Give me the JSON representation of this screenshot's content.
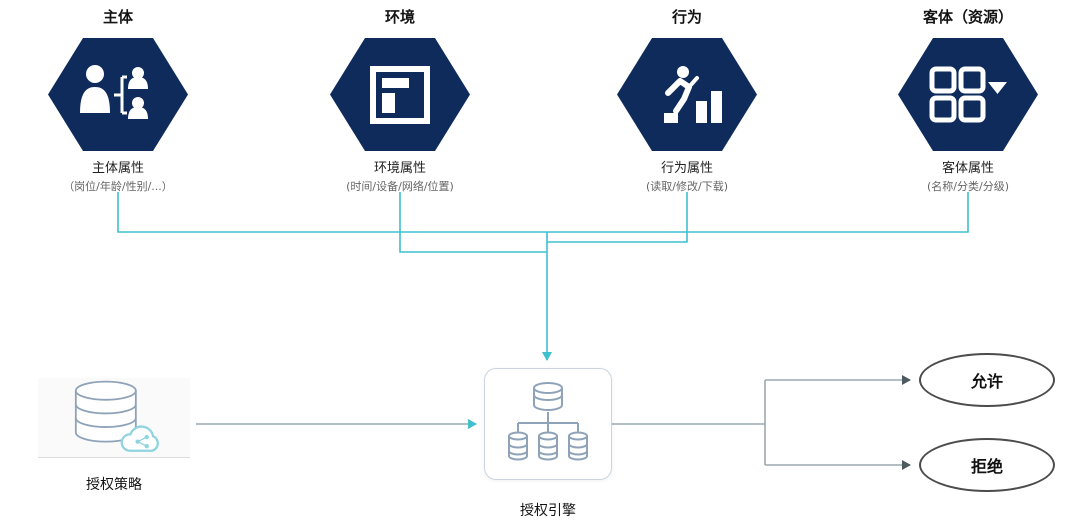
{
  "diagram": {
    "attributes": [
      {
        "title": "主体",
        "icon": "person-hierarchy-icon",
        "attr_title": "主体属性",
        "attr_detail": "（岗位/年龄/性别/...）"
      },
      {
        "title": "环境",
        "icon": "window-layout-icon",
        "attr_title": "环境属性",
        "attr_detail": "(时间/设备/网络/位置)"
      },
      {
        "title": "行为",
        "icon": "runner-bars-icon",
        "attr_title": "行为属性",
        "attr_detail": "(读取/修改/下载)"
      },
      {
        "title": "客体（资源）",
        "icon": "grid-dropdown-icon",
        "attr_title": "客体属性",
        "attr_detail": "(名称/分类/分级)"
      }
    ],
    "policy": {
      "label": "授权策略",
      "icon": "database-cloud-icon"
    },
    "engine": {
      "label": "授权引擎",
      "icon": "database-tree-icon"
    },
    "decisions": [
      {
        "label": "允许"
      },
      {
        "label": "拒绝"
      }
    ],
    "colors": {
      "hexagon": "#0e2b5c",
      "bus": "#3fc0cd",
      "line_gray": "#9aa8ad",
      "arrow_dark": "#4d5a60",
      "icon_stroke": "#8fa3b8",
      "cloud": "#8fd4de"
    }
  }
}
